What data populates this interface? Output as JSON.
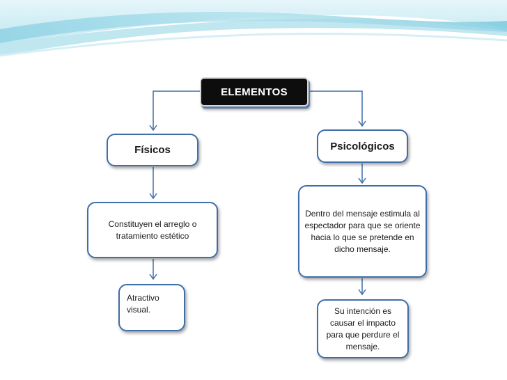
{
  "root": {
    "label": "ELEMENTOS"
  },
  "left": {
    "title": "Físicos",
    "description": "Constituyen el arreglo o tratamiento estético",
    "detail": "Atractivo visual."
  },
  "right": {
    "title": "Psicológicos",
    "description": "Dentro del mensaje estimula al espectador para que se oriente hacia lo que se pretende en dicho mensaje.",
    "detail": "Su intención es causar el impacto para que perdure el mensaje."
  },
  "colors": {
    "node_border": "#3f6ea8",
    "connector": "#3f6ea8",
    "root_fill": "#0d0d0d",
    "banner_light": "#c7ebf3",
    "banner_mid": "#7fcbe0"
  }
}
